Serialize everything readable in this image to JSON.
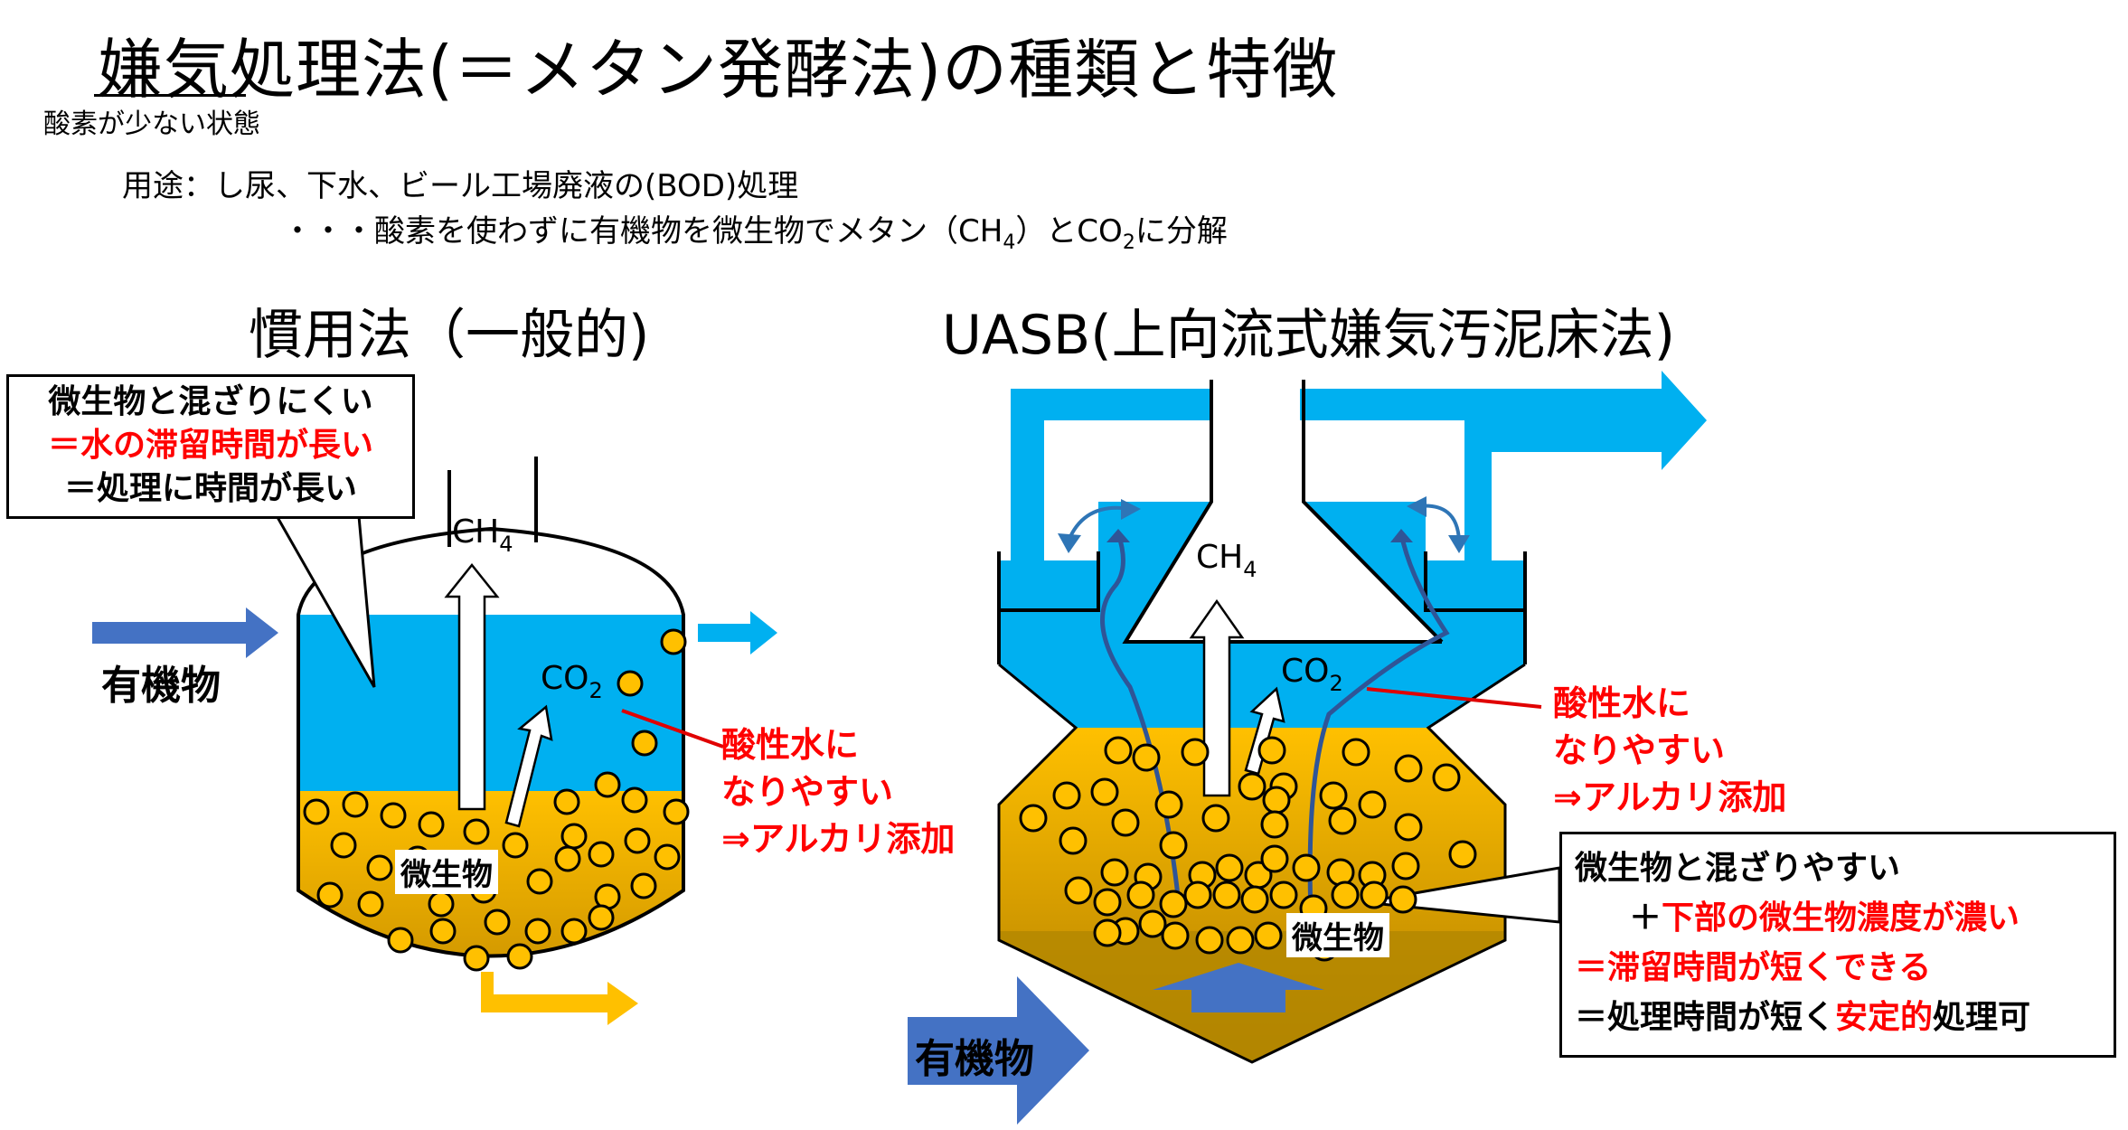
{
  "title": "嫌気処理法(＝メタン発酵法)の種類と特徴",
  "title_note": "酸素が少ない状態",
  "usage_line1": "用途：し尿、下水、ビール工場廃液の(BOD)処理",
  "usage_line2": {
    "before_ch": "・・・酸素を使わずに有機物を微生物でメタン（CH",
    "sub4": "4",
    "middle": "）とCO",
    "sub2": "2",
    "after": "に分解"
  },
  "left_section": {
    "heading": "慣用法（一般的)",
    "callout": [
      {
        "text": "微生物と混ざりにくい",
        "color": "black"
      },
      {
        "text": "＝水の滞留時間が長い",
        "color": "red"
      },
      {
        "text": "＝処理に時間が長い",
        "color": "black"
      }
    ],
    "input_label": "有機物",
    "ch4_label": "CH",
    "ch4_sub": "4",
    "co2_label": "CO",
    "co2_sub": "2",
    "microbe_label": "微生物",
    "acid_note": [
      "酸性水に",
      "なりやすい",
      "⇒アルカリ添加"
    ]
  },
  "right_section": {
    "heading": "UASB(上向流式嫌気汚泥床法)",
    "input_label": "有機物",
    "ch4_label": "CH",
    "ch4_sub": "4",
    "co2_label": "CO",
    "co2_sub": "2",
    "microbe_label": "微生物",
    "acid_note": [
      "酸性水に",
      "なりやすい",
      "⇒アルカリ添加"
    ],
    "callout": {
      "line1": "微生物と混ざりやすい",
      "line2_prefix": "＋",
      "line2_red": "下部の微生物濃度が濃い",
      "line3": "＝滞留時間が短くできる",
      "line4_prefix": "＝処理時間が短く",
      "line4_red": "安定的",
      "line4_suffix": "処理可"
    }
  },
  "colors": {
    "water": "#00b0f0",
    "sludge": "#ffc000",
    "input_arrow": "#4472c4",
    "red_text": "#ff0000"
  }
}
